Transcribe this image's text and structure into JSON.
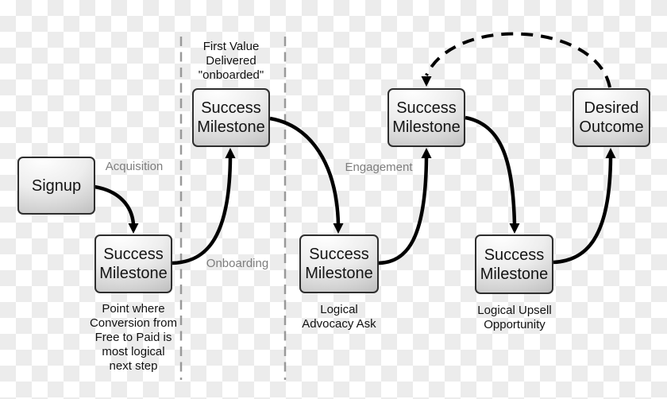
{
  "canvas": {
    "checker_light": "#ffffff",
    "checker_dark": "#ececec"
  },
  "diagram": {
    "boxes": [
      {
        "id": "signup",
        "label": "Signup"
      },
      {
        "id": "milestone-1",
        "label": "Success Milestone"
      },
      {
        "id": "milestone-2",
        "label": "Success Milestone"
      },
      {
        "id": "milestone-3",
        "label": "Success Milestone"
      },
      {
        "id": "milestone-4",
        "label": "Success Milestone"
      },
      {
        "id": "milestone-5",
        "label": "Success Milestone"
      },
      {
        "id": "outcome",
        "label": "Desired Outcome"
      }
    ],
    "edge_labels": [
      {
        "id": "acquisition",
        "text": "Acquisition"
      },
      {
        "id": "onboarding",
        "text": "Onboarding"
      },
      {
        "id": "engagement",
        "text": "Engagement"
      }
    ],
    "captions": [
      {
        "id": "first-value",
        "text": "First Value\nDelivered\n\"onboarded\""
      },
      {
        "id": "conversion",
        "text": "Point where\nConversion from\nFree to Paid is\nmost logical\nnext step"
      },
      {
        "id": "advocacy",
        "text": "Logical\nAdvocacy Ask"
      },
      {
        "id": "upsell",
        "text": "Logical Upsell\nOpportunity"
      }
    ],
    "colors": {
      "edge_label_gray": "#7d7d7d",
      "caption_black": "#111111",
      "node_border": "#2e2e2e",
      "arrow_black": "#000000",
      "divider_gray": "#999999"
    }
  }
}
